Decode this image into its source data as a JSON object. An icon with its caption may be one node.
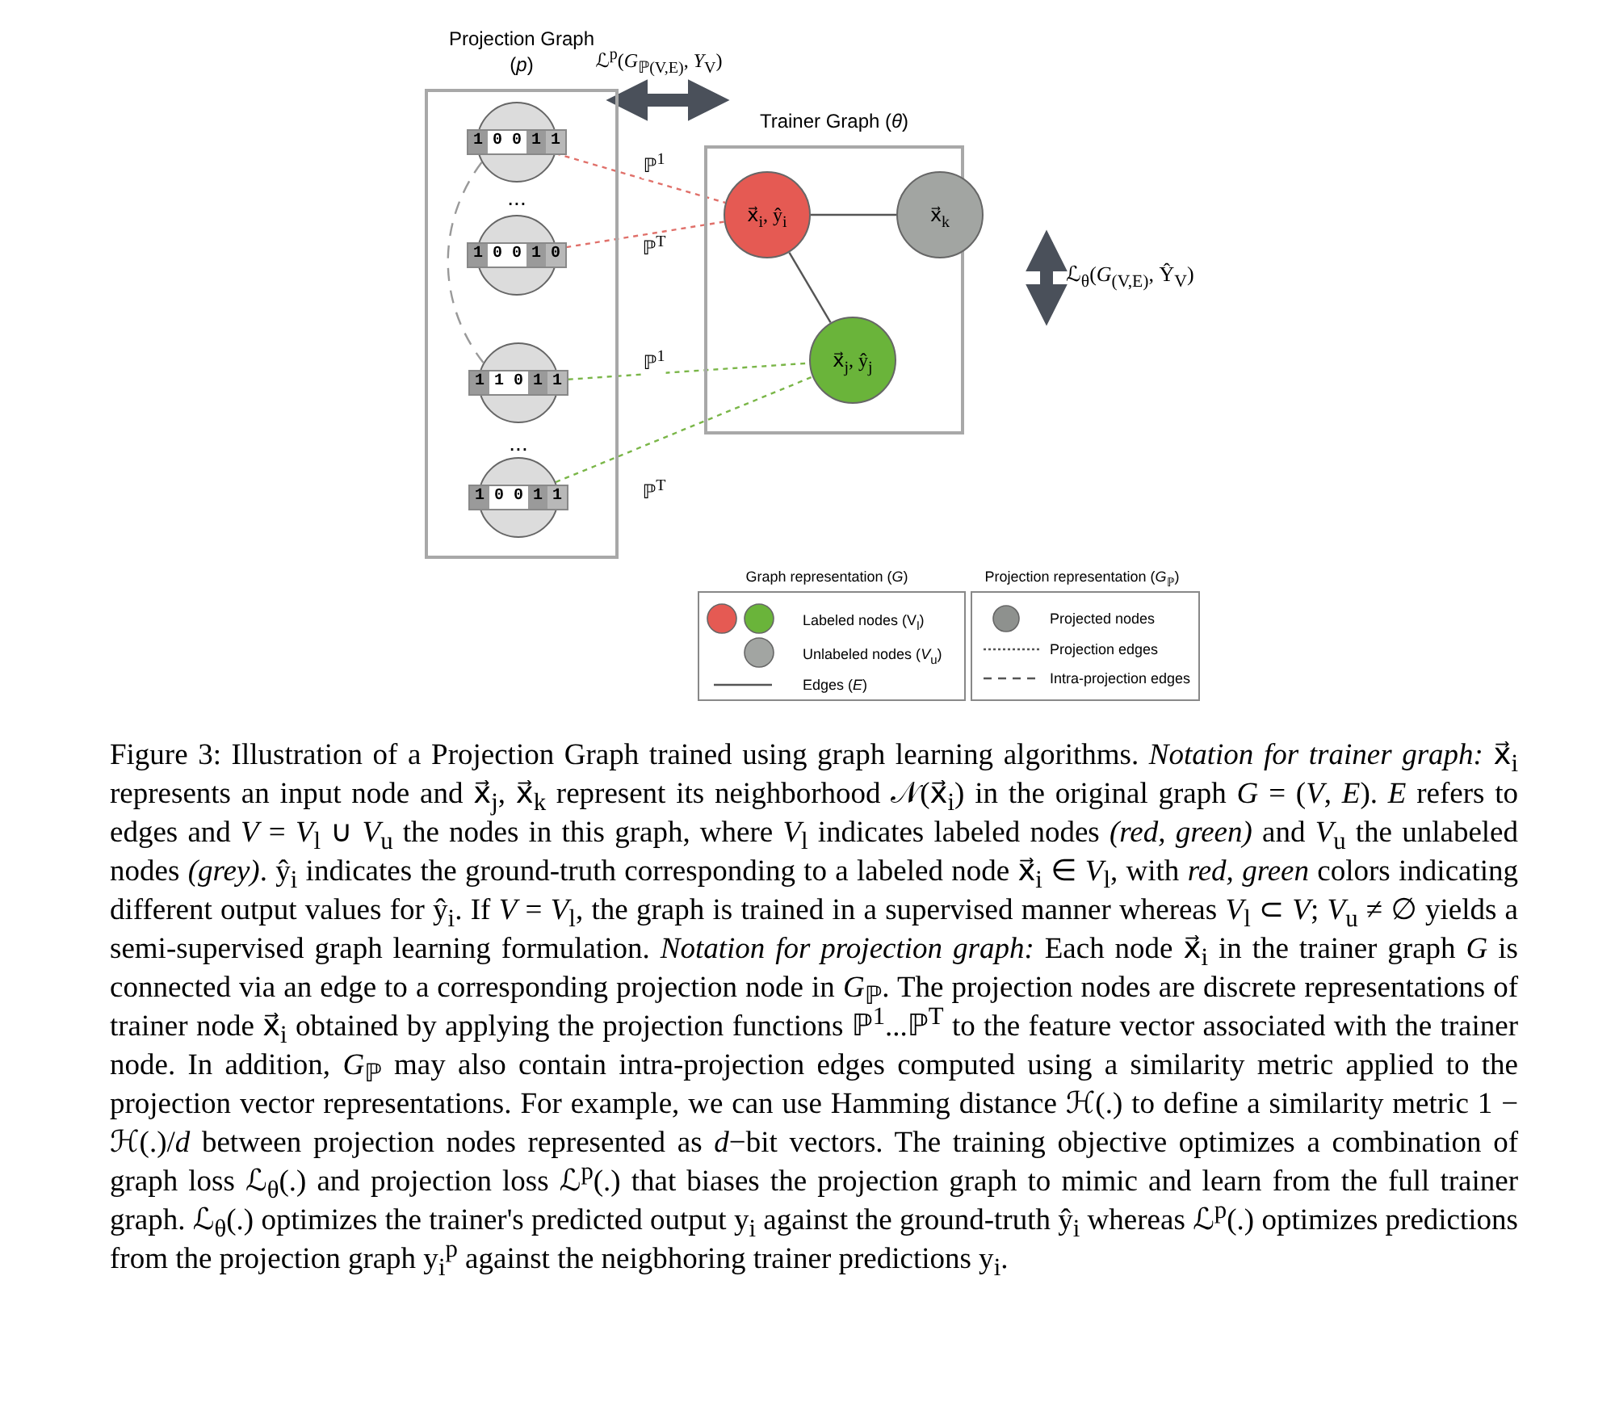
{
  "diagram": {
    "caption": "Figure 3: Illustration of a Projection Graph trained using graph learning algorithms. *Notation for trainer graph:* x⃗$_{i}$ represents an input node and x⃗$_{j}$, x⃗$_{k}$ represent its neighborhood 𝒩(x⃗$_{i}$) in the original graph *G* = (*V*, *E*). *E* refers to edges and *V* = *V*$_{l}$ ∪ *V*$_{u}$ the nodes in this graph, where *V*$_{l}$ indicates labeled nodes *(red, green)* and *V*$_{u}$ the unlabeled nodes *(grey)*. ŷ$_{i}$ indicates the ground-truth corresponding to a labeled node x⃗$_{i}$ ∈ *V*$_{l}$, with *red, green* colors indicating different output values for ŷ$_{i}$. If *V* = *V*$_{l}$, the graph is trained in a supervised manner whereas *V*$_{l}$ ⊂ *V*; *V*$_{u}$ ≠ ∅ yields a semi-supervised graph learning formulation. *Notation for projection graph:* Each node x⃗$_{i}$ in the trainer graph *G* is connected via an edge to a corresponding projection node in *G*$_{ℙ}$. The projection nodes are discrete representations of trainer node x⃗$_{i}$ obtained by applying the projection functions ℙ$^{1}$...ℙ$^{T}$ to the feature vector associated with the trainer node. In addition, *G*$_{ℙ}$ may also contain intra-projection edges computed using a similarity metric applied to the projection vector representations. For example, we can use Hamming distance ℋ(.) to define a similarity metric 1 − ℋ(.)/*d* between projection nodes represented as *d*−bit vectors. The training objective optimizes a combination of graph loss ℒ$_{θ}$(.) and projection loss ℒ$^{p}$(.) that biases the projection graph to mimic and learn from the full trainer graph. ℒ$_{θ}$(.) optimizes the trainer's predicted output y$_{i}$ against the ground-truth ŷ$_{i}$ whereas ℒ$^{p}$(.) optimizes predictions from the projection graph y$_{i}$$^{p}$ against the neigbhoring trainer predictions y$_{i}$.",
    "nodes": [
      {
        "text": [
          "Projection Graph (*p*)"
        ]
      },
      {
        "text": [
          "1 0 0 1 1"
        ],
        "in": 0
      },
      {
        "text": [
          "1 0 0 1 0"
        ],
        "in": 0
      },
      {
        "text": [
          "1 1 0 1 1"
        ],
        "in": 0
      },
      {
        "text": [
          "1 0 0 1 1"
        ],
        "in": 0
      },
      {
        "text": [
          "Trainer Graph (*θ*)"
        ]
      },
      {
        "text": [
          "x⃗$_{i}$, ŷ$_{i}$"
        ],
        "in": 5
      },
      {
        "text": [
          "x⃗$_{k}$"
        ],
        "in": 5
      },
      {
        "text": [
          "x⃗$_{j}$, ŷ$_{j}$"
        ],
        "in": 5
      }
    ],
    "edges": [
      {
        "from": 0,
        "to": 5,
        "arrow": "both",
        "style": "thick",
        "color": "#4a505a",
        "label": "ℒ$^{p}$(*G*$_{ℙ(V,E)}$, *Y*$_{V}$)"
      },
      {
        "from": 1,
        "to": 6,
        "arrow": "none",
        "style": "dashed",
        "color": "#e0706a",
        "label": "ℙ$^{1}$"
      },
      {
        "from": 2,
        "to": 6,
        "arrow": "none",
        "style": "dashed",
        "color": "#e0706a",
        "label": "ℙ$^{T}$"
      },
      {
        "from": 3,
        "to": 8,
        "arrow": "none",
        "style": "dashed",
        "color": "#7ab648",
        "label": "ℙ$^{1}$"
      },
      {
        "from": 4,
        "to": 8,
        "arrow": "none",
        "style": "dashed",
        "color": "#7ab648",
        "label": "ℙ$^{T}$"
      },
      {
        "from": 6,
        "to": 7,
        "arrow": "none",
        "color": "#555555"
      },
      {
        "from": 6,
        "to": 8,
        "arrow": "none",
        "color": "#555555"
      },
      {
        "from": 1,
        "to": 3,
        "arrow": "none",
        "style": "dashed",
        "color": "#999999"
      }
    ],
    "labels": [
      "...",
      "...",
      "ℒ$_{θ}$(*G*$_{(V,E)}$, Ŷ$_{V}$)",
      "Graph representation (*G*)",
      "Projection representation (*G*$_{ℙ}$)"
    ],
    "legend": [
      {
        "text": "Labeled nodes (V$_{l}$)"
      },
      {
        "text": "Unlabeled nodes (*V*$_{u}$)"
      },
      {
        "text": "Edges (*E*)"
      },
      {
        "text": "Projected nodes"
      },
      {
        "text": "Projection edges"
      },
      {
        "text": "Intra-projection edges"
      }
    ]
  }
}
